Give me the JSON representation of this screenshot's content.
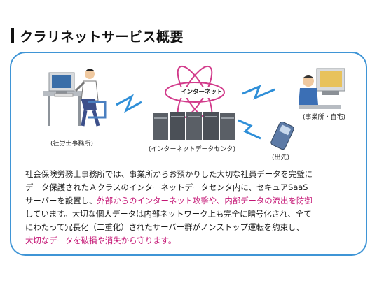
{
  "title": "クラリネットサービス概要",
  "diagram": {
    "label_office": "(社労士事務所)",
    "label_internet": "インターネット",
    "label_datacenter": "(インターネットデータセンタ)",
    "label_office_home": "(事業所・自宅)",
    "label_outside": "(出先)"
  },
  "description": {
    "line1": "社会保険労務士事務所では、事業所からお預かりした大切な社員データを完璧に",
    "line2": "データ保護されたＡクラスのインターネットデータセンタ内に、セキュアSaaS",
    "line3_a": "サーバーを設置し、",
    "line3_b": "外部からのインターネット攻撃や、内部データの流出を防御",
    "line4": "しています。大切な個人データは内部ネットワーク上も完全に暗号化され、全て",
    "line5": "にわたって冗長化（二重化）されたサーバー群がノンストップ運転を約束し、",
    "line6": "大切なデータを破損や消失から守ります。"
  },
  "colors": {
    "frame": "#3f95d6",
    "highlight": "#c41474",
    "lightning": "#2f8fd8"
  }
}
